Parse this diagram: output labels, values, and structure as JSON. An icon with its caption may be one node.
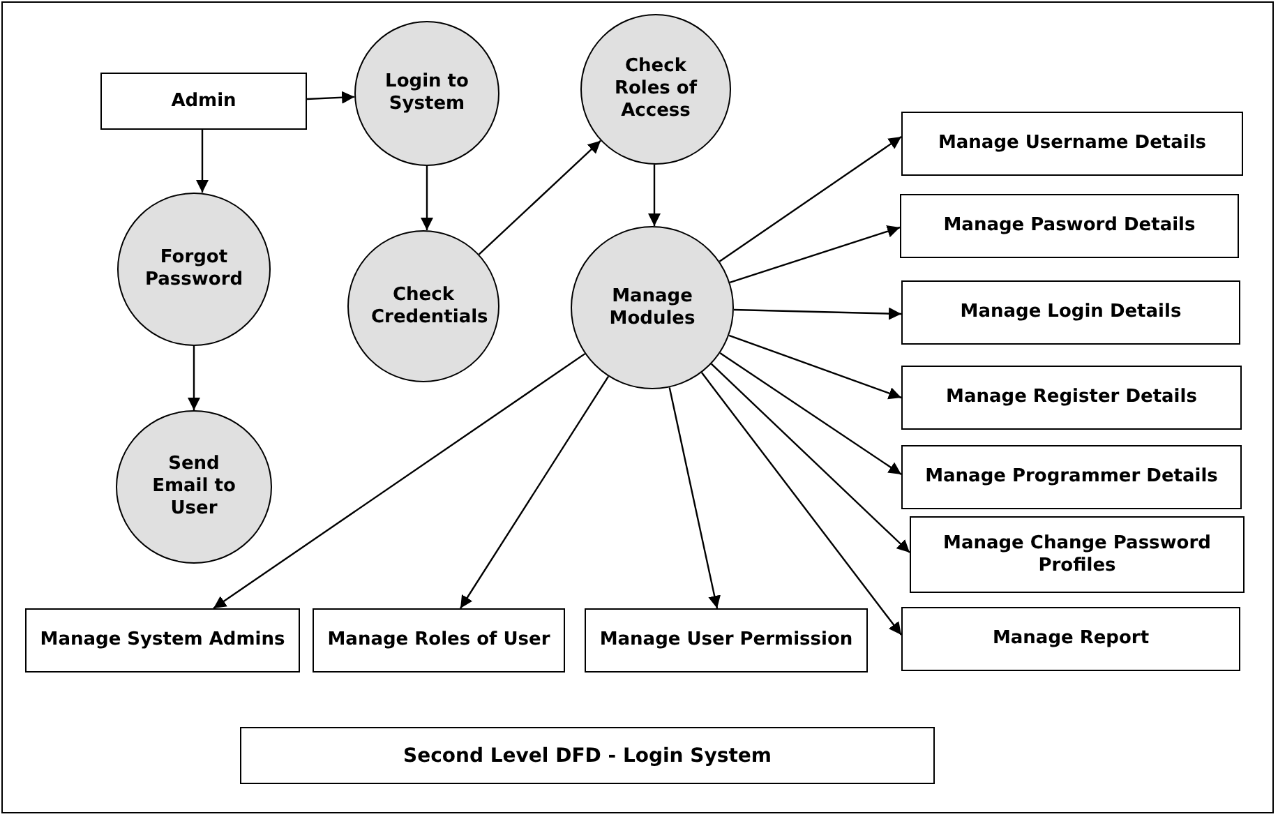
{
  "diagram": {
    "title": "Second Level DFD - Login System",
    "nodes": [
      {
        "text": [
          "Admin"
        ]
      },
      {
        "text": [
          "Login to System"
        ]
      },
      {
        "text": [
          "Check Roles of Access"
        ]
      },
      {
        "text": [
          "Forgot Password"
        ]
      },
      {
        "text": [
          "Check Credentials"
        ]
      },
      {
        "text": [
          "Manage Modules"
        ]
      },
      {
        "text": [
          "Manage Username Details"
        ]
      },
      {
        "text": [
          "Manage Pasword Details"
        ]
      },
      {
        "text": [
          "Manage Login Details"
        ]
      },
      {
        "text": [
          "Manage Register Details"
        ]
      },
      {
        "text": [
          "Manage Programmer Details"
        ]
      },
      {
        "text": [
          "Manage Change Password Profiles"
        ]
      },
      {
        "text": [
          "Send Email to User"
        ]
      },
      {
        "text": [
          "Manage System Admins"
        ]
      },
      {
        "text": [
          "Manage Roles of User"
        ]
      },
      {
        "text": [
          "Manage User Permission"
        ]
      },
      {
        "text": [
          "Manage Report"
        ]
      }
    ],
    "edges": [
      {
        "from": 0,
        "to": 1,
        "arrow": "to"
      },
      {
        "from": 0,
        "to": 3,
        "arrow": "to"
      },
      {
        "from": 1,
        "to": 4,
        "arrow": "to"
      },
      {
        "from": 4,
        "to": 2,
        "arrow": "to"
      },
      {
        "from": 2,
        "to": 5,
        "arrow": "to"
      },
      {
        "from": 3,
        "to": 12,
        "arrow": "to"
      },
      {
        "from": 5,
        "to": 6,
        "arrow": "to"
      },
      {
        "from": 5,
        "to": 7,
        "arrow": "to"
      },
      {
        "from": 5,
        "to": 8,
        "arrow": "to"
      },
      {
        "from": 5,
        "to": 9,
        "arrow": "to"
      },
      {
        "from": 5,
        "to": 10,
        "arrow": "to"
      },
      {
        "from": 5,
        "to": 11,
        "arrow": "to"
      },
      {
        "from": 5,
        "to": 16,
        "arrow": "to"
      },
      {
        "from": 5,
        "to": 13,
        "arrow": "to"
      },
      {
        "from": 5,
        "to": 14,
        "arrow": "to"
      },
      {
        "from": 5,
        "to": 15,
        "arrow": "to"
      }
    ]
  }
}
